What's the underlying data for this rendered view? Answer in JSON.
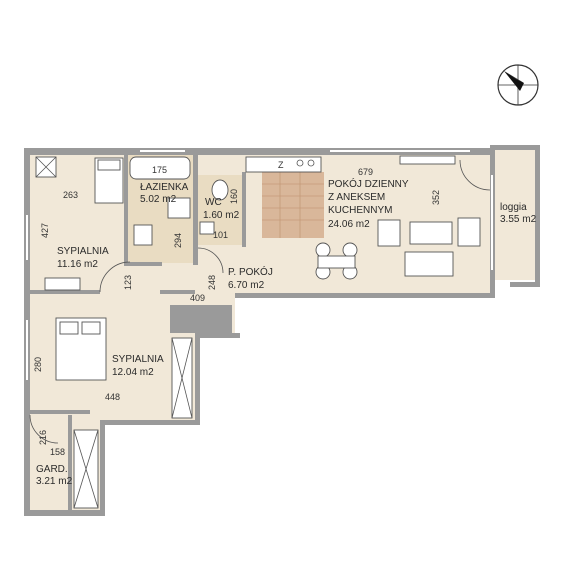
{
  "rooms": [
    {
      "id": "sypialnia-1",
      "name": "SYPIALNIA",
      "area": "11.16 m2"
    },
    {
      "id": "lazienka",
      "name": "ŁAZIENKA",
      "area": "5.02 m2"
    },
    {
      "id": "wc",
      "name": "WC",
      "area": "1.60 m2"
    },
    {
      "id": "pokoj-dzienny",
      "name_lines": [
        "POKÓJ DZIENNY",
        "Z ANEKSEM",
        "KUCHENNYM"
      ],
      "area": "24.06 m2"
    },
    {
      "id": "loggia",
      "name": "loggia",
      "area": "3.55 m2"
    },
    {
      "id": "p-pokoj",
      "name": "P. POKÓJ",
      "area": "6.70 m2"
    },
    {
      "id": "sypialnia-2",
      "name": "SYPIALNIA",
      "area": "12.04 m2"
    },
    {
      "id": "gard",
      "name": "GARD.",
      "area": "3.21 m2"
    }
  ],
  "dimensions": [
    "263",
    "427",
    "175",
    "294",
    "160",
    "101",
    "679",
    "352",
    "123",
    "409",
    "248",
    "280",
    "448",
    "216",
    "158"
  ],
  "stove_symbol": "Z",
  "colors": {
    "floor": "#f1e8d8",
    "tile": "#e9dcc2",
    "wall": "#9a9a9a",
    "stairs": "#d9b79a"
  },
  "icons": [
    "compass-icon"
  ]
}
